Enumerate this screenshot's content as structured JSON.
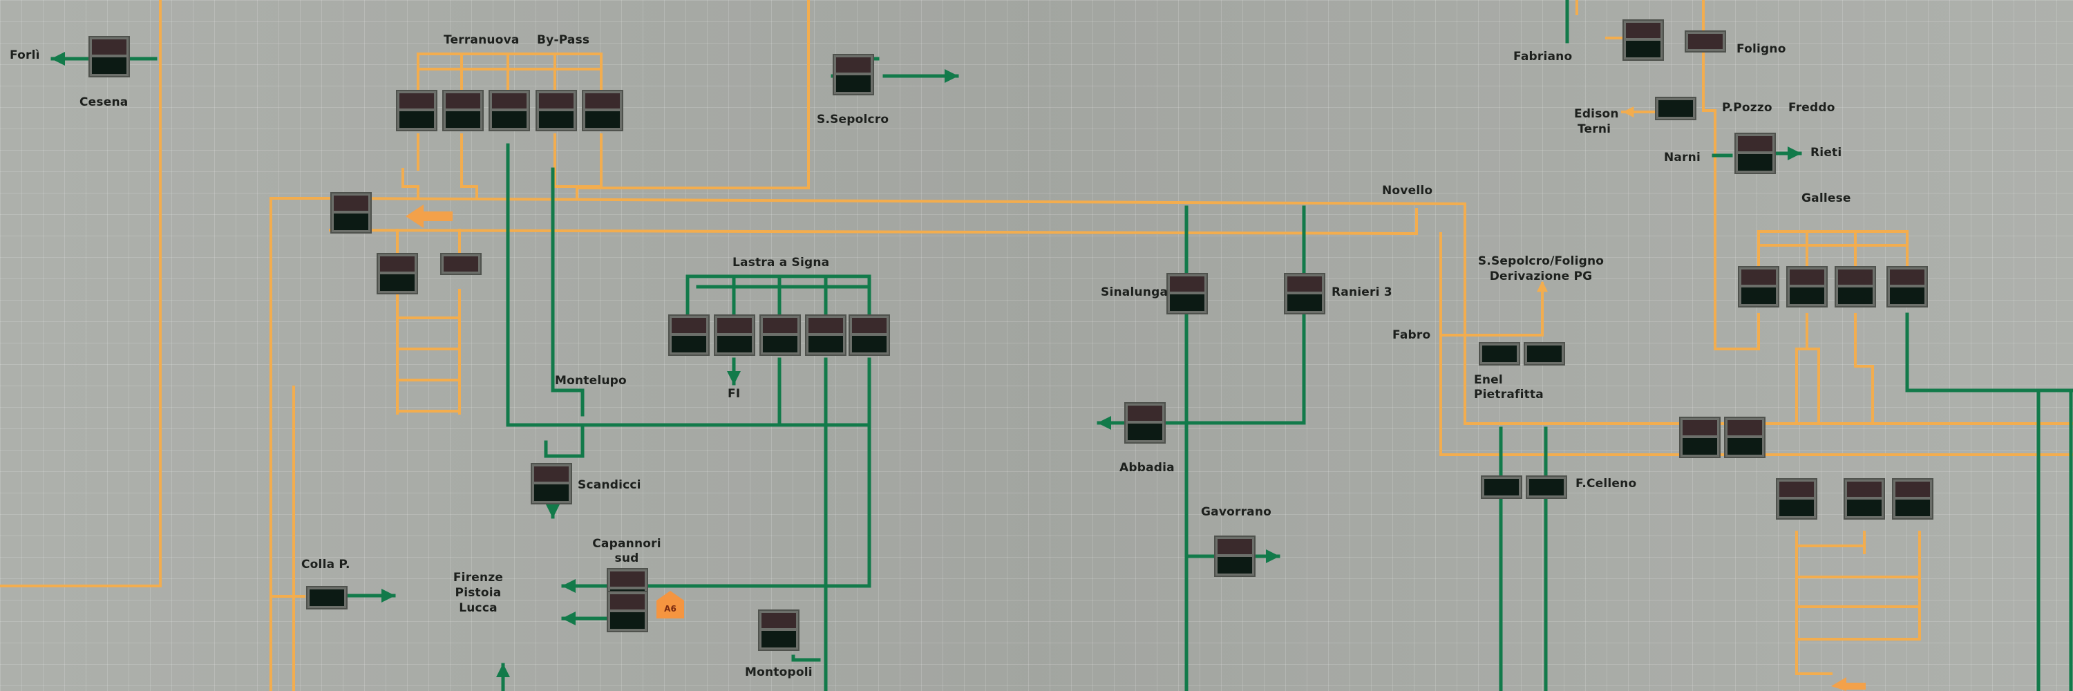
{
  "labels": {
    "forli": "Forlì",
    "cesena": "Cesena",
    "terranuova": "Terranuova",
    "bypass": "By-Pass",
    "s_sepolcro": "S.Sepolcro",
    "fabriano": "Fabriano",
    "foligno": "Foligno",
    "edison": "Edison",
    "terni": "Terni",
    "ppozzo": "P.Pozzo",
    "freddo": "Freddo",
    "narni": "Narni",
    "rieti": "Rieti",
    "novello": "Novello",
    "gallese": "Gallese",
    "lastra": "Lastra a Signa",
    "sinalunga": "Sinalunga",
    "ranieri": "Ranieri 3",
    "ssf_line1": "S.Sepolcro/Foligno",
    "ssf_line2": "Derivazione PG",
    "fabro": "Fabro",
    "enel": "Enel",
    "pietrafitta": "Pietrafitta",
    "montelupo": "Montelupo",
    "fi": "FI",
    "scandicci": "Scandicci",
    "abbadia": "Abbadia",
    "fceleno": "F.Celleno",
    "gavorrano": "Gavorrano",
    "colla": "Colla P.",
    "firenze": "Firenze",
    "pistoia": "Pistoia",
    "lucca": "Lucca",
    "capannori1": "Capannori",
    "capannori2": "sud",
    "montopoli": "Montopoli",
    "badge": "A6"
  },
  "colors": {
    "board": "#a9aca7",
    "orange_line": "#f3ad4e",
    "green_line": "#127a4a",
    "display_top": "#3a2a2c",
    "display_bottom": "#0c1a14",
    "badge": "#f59540"
  }
}
